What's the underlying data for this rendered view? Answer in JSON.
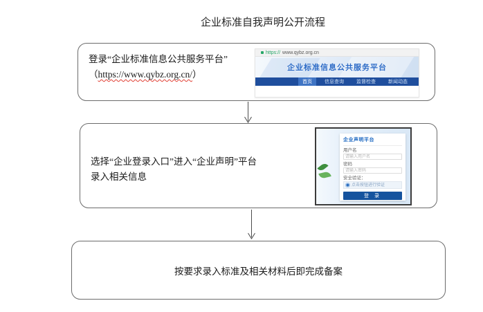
{
  "title": "企业标准自我声明公开流程",
  "steps": {
    "step1": {
      "line1": "登录“企业标准信息公共服务平台”",
      "open_paren": "（",
      "url": "https://www.qybz.org.cn/",
      "close_paren": "）"
    },
    "step2": {
      "line1": "选择“企业登录入口”进入“企业声明”平台",
      "line2": "录入相关信息"
    },
    "step3": {
      "text": "按要求录入标准及相关材料后即完成备案"
    }
  },
  "website_screenshot": {
    "address_protocol": "https://",
    "address_host": "www.qybz.org.cn",
    "banner_title": "企业标准信息公共服务平台",
    "nav": [
      {
        "label": "首页",
        "active": true
      },
      {
        "label": "信息查询",
        "active": false
      },
      {
        "label": "监督检查",
        "active": false
      },
      {
        "label": "新闻动态",
        "active": false
      }
    ]
  },
  "login_screenshot": {
    "title": "企业声明平台",
    "username_label": "用户名",
    "username_placeholder": "请输入用户名",
    "password_label": "密码",
    "password_placeholder": "请输入密码",
    "captcha_label": "安全验证：",
    "captcha_hint": "点击按钮进行验证",
    "login_button": "登 录"
  },
  "colors": {
    "nav_blue": "#1f4e9d",
    "nav_active_blue": "#3f74c4",
    "banner_text_blue": "#2b6ac6",
    "button_blue": "#15539e",
    "https_green": "#27a768",
    "leaf_green": "#55a84f",
    "spellcheck_red": "#e03c31"
  }
}
